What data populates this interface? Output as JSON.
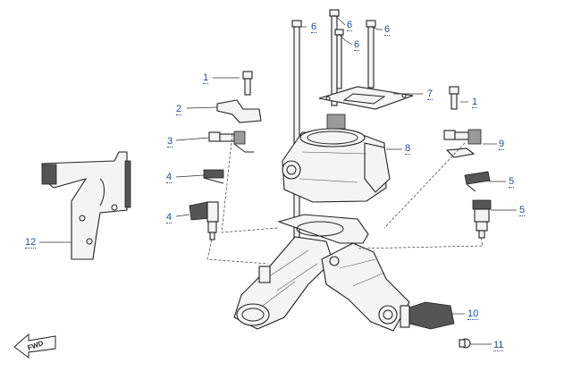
{
  "diagram": {
    "callouts": [
      {
        "id": "c6a",
        "label": "6"
      },
      {
        "id": "c6b",
        "label": "6"
      },
      {
        "id": "c6c",
        "label": "6"
      },
      {
        "id": "c6d",
        "label": "6"
      },
      {
        "id": "c7",
        "label": "7"
      },
      {
        "id": "c1a",
        "label": "1"
      },
      {
        "id": "c1b",
        "label": "1"
      },
      {
        "id": "c2",
        "label": "2"
      },
      {
        "id": "c3",
        "label": "3"
      },
      {
        "id": "c4a",
        "label": "4"
      },
      {
        "id": "c4b",
        "label": "4"
      },
      {
        "id": "c5a",
        "label": "5"
      },
      {
        "id": "c5b",
        "label": "5"
      },
      {
        "id": "c8",
        "label": "8"
      },
      {
        "id": "c9",
        "label": "9"
      },
      {
        "id": "c10",
        "label": "10"
      },
      {
        "id": "c11",
        "label": "11"
      },
      {
        "id": "c12",
        "label": "12"
      }
    ],
    "direction_label": "FWD"
  },
  "colors": {
    "line": "#222222",
    "leader": "#333333",
    "callout_text": "#1f4f99",
    "part_fill": "#f4f4f4",
    "shade": "#9a9a9a"
  }
}
